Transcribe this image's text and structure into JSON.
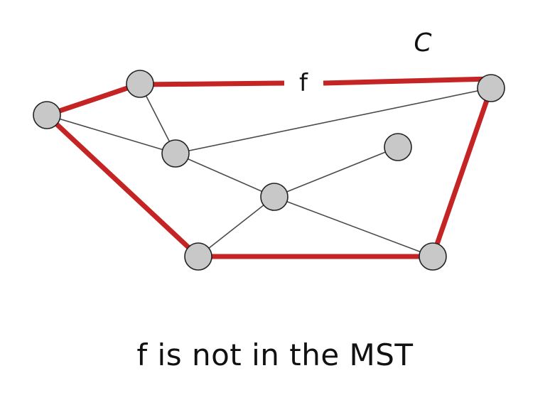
{
  "diagram": {
    "cycle_label": "C",
    "edge_label": "f",
    "caption": "f is not in the MST",
    "colors": {
      "cycle_edge": "#c42424",
      "node_fill": "#c8c8c8",
      "node_stroke": "#222222",
      "thin_edge": "#4a4a4a"
    }
  }
}
